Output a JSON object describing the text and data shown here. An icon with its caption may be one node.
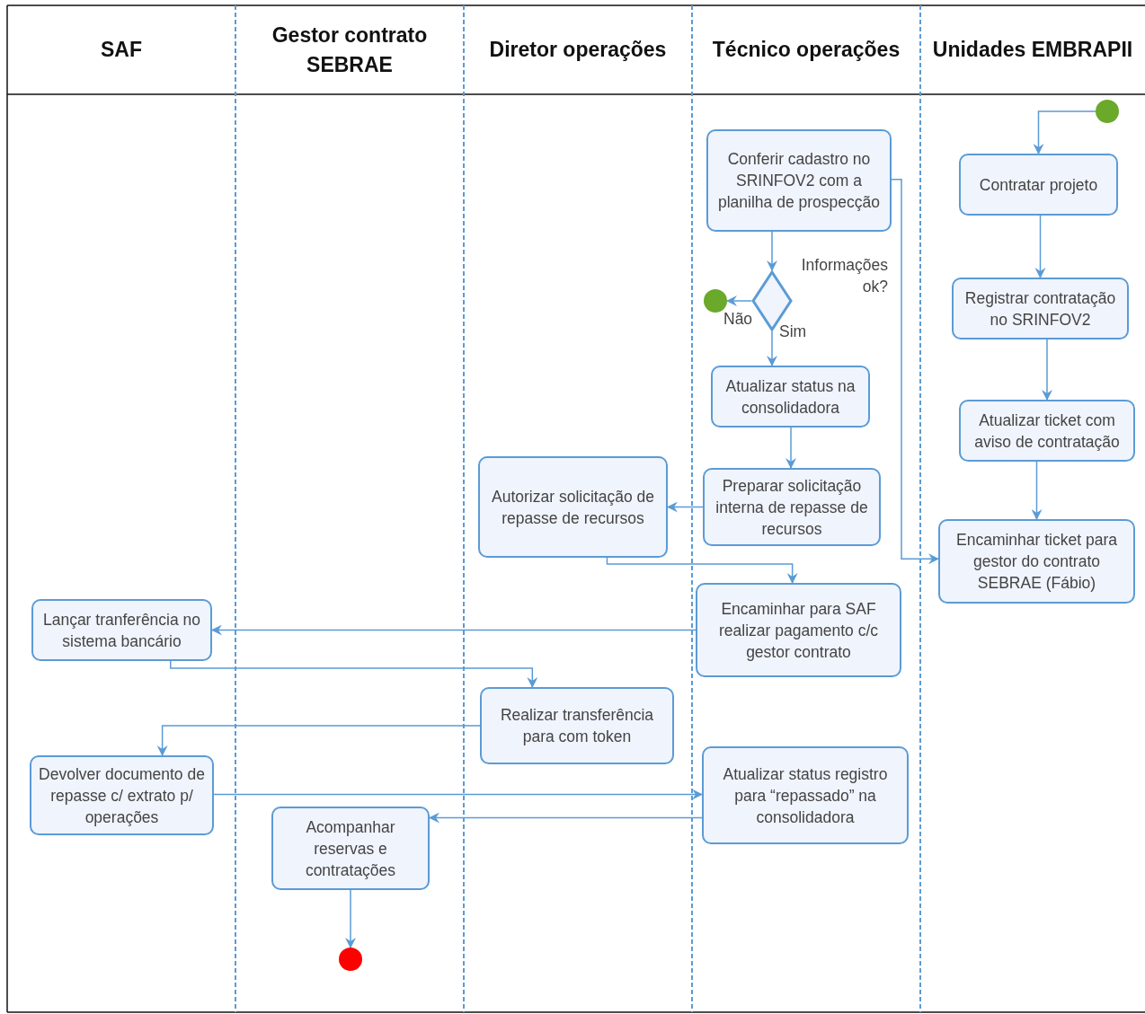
{
  "diagram": {
    "nodes": [
      {
        "text": [
          "SAF"
        ]
      },
      {
        "text": [
          "Gestor contrato SEBRAE"
        ]
      },
      {
        "text": [
          "Diretor operações"
        ]
      },
      {
        "text": [
          "Técnico operações"
        ]
      },
      {
        "text": [
          "Unidades EMBRAPII"
        ]
      },
      {
        "text": [],
        "shape": "circle",
        "in": 4
      },
      {
        "text": [
          "Conferir cadastro no SRINFOV2 com a planilha de prospecção"
        ],
        "in": 3
      },
      {
        "text": [
          "Contratar projeto"
        ],
        "in": 4
      },
      {
        "text": [],
        "shape": "diamond",
        "beside": [
          "Informações ok?"
        ],
        "in": 3
      },
      {
        "text": [],
        "shape": "circle",
        "in": 3
      },
      {
        "text": [
          "Registrar contratação no SRINFOV2"
        ],
        "in": 4
      },
      {
        "text": [
          "Atualizar status na consolidadora"
        ],
        "in": 3
      },
      {
        "text": [
          "Atualizar ticket com aviso de contratação"
        ],
        "in": 4
      },
      {
        "text": [
          "Autorizar solicitação de repasse de recursos"
        ],
        "in": 2
      },
      {
        "text": [
          "Preparar solicitação interna de repasse de recursos"
        ],
        "in": 3
      },
      {
        "text": [
          "Encaminhar ticket para gestor do contrato SEBRAE (Fábio)"
        ],
        "in": 4
      },
      {
        "text": [
          "Encaminhar para SAF realizar pagamento c/c gestor contrato"
        ],
        "in": 3
      },
      {
        "text": [
          "Lançar tranferência no sistema bancário"
        ],
        "in": 0
      },
      {
        "text": [
          "Realizar transferência para com token"
        ],
        "in": 2
      },
      {
        "text": [
          "Devolver documento de repasse c/ extrato p/ operações"
        ],
        "in": 0
      },
      {
        "text": [
          "Atualizar status registro para “repassado” na consolidadora"
        ],
        "in": 3
      },
      {
        "text": [
          "Acompanhar reservas e contratações"
        ],
        "in": 1
      },
      {
        "text": [],
        "shape": "circle",
        "in": 1
      }
    ],
    "edges": [
      {
        "from": 5,
        "to": 7,
        "arrow": "to"
      },
      {
        "from": 7,
        "to": 10,
        "arrow": "to"
      },
      {
        "from": 10,
        "to": 12,
        "arrow": "to"
      },
      {
        "from": 12,
        "to": 15,
        "arrow": "to"
      },
      {
        "from": 6,
        "to": 8,
        "arrow": "to"
      },
      {
        "from": 8,
        "to": 9,
        "arrow": "to",
        "label": "Não"
      },
      {
        "from": 8,
        "to": 11,
        "arrow": "to",
        "label": "Sim"
      },
      {
        "from": 6,
        "to": 15,
        "arrow": "to"
      },
      {
        "from": 11,
        "to": 14,
        "arrow": "to"
      },
      {
        "from": 14,
        "to": 13,
        "arrow": "to"
      },
      {
        "from": 13,
        "to": 16,
        "arrow": "to"
      },
      {
        "from": 16,
        "to": 17,
        "arrow": "to"
      },
      {
        "from": 17,
        "to": 18,
        "arrow": "to"
      },
      {
        "from": 18,
        "to": 19,
        "arrow": "to"
      },
      {
        "from": 19,
        "to": 20,
        "arrow": "to"
      },
      {
        "from": 20,
        "to": 21,
        "arrow": "to"
      },
      {
        "from": 21,
        "to": 22,
        "arrow": "to"
      }
    ]
  }
}
